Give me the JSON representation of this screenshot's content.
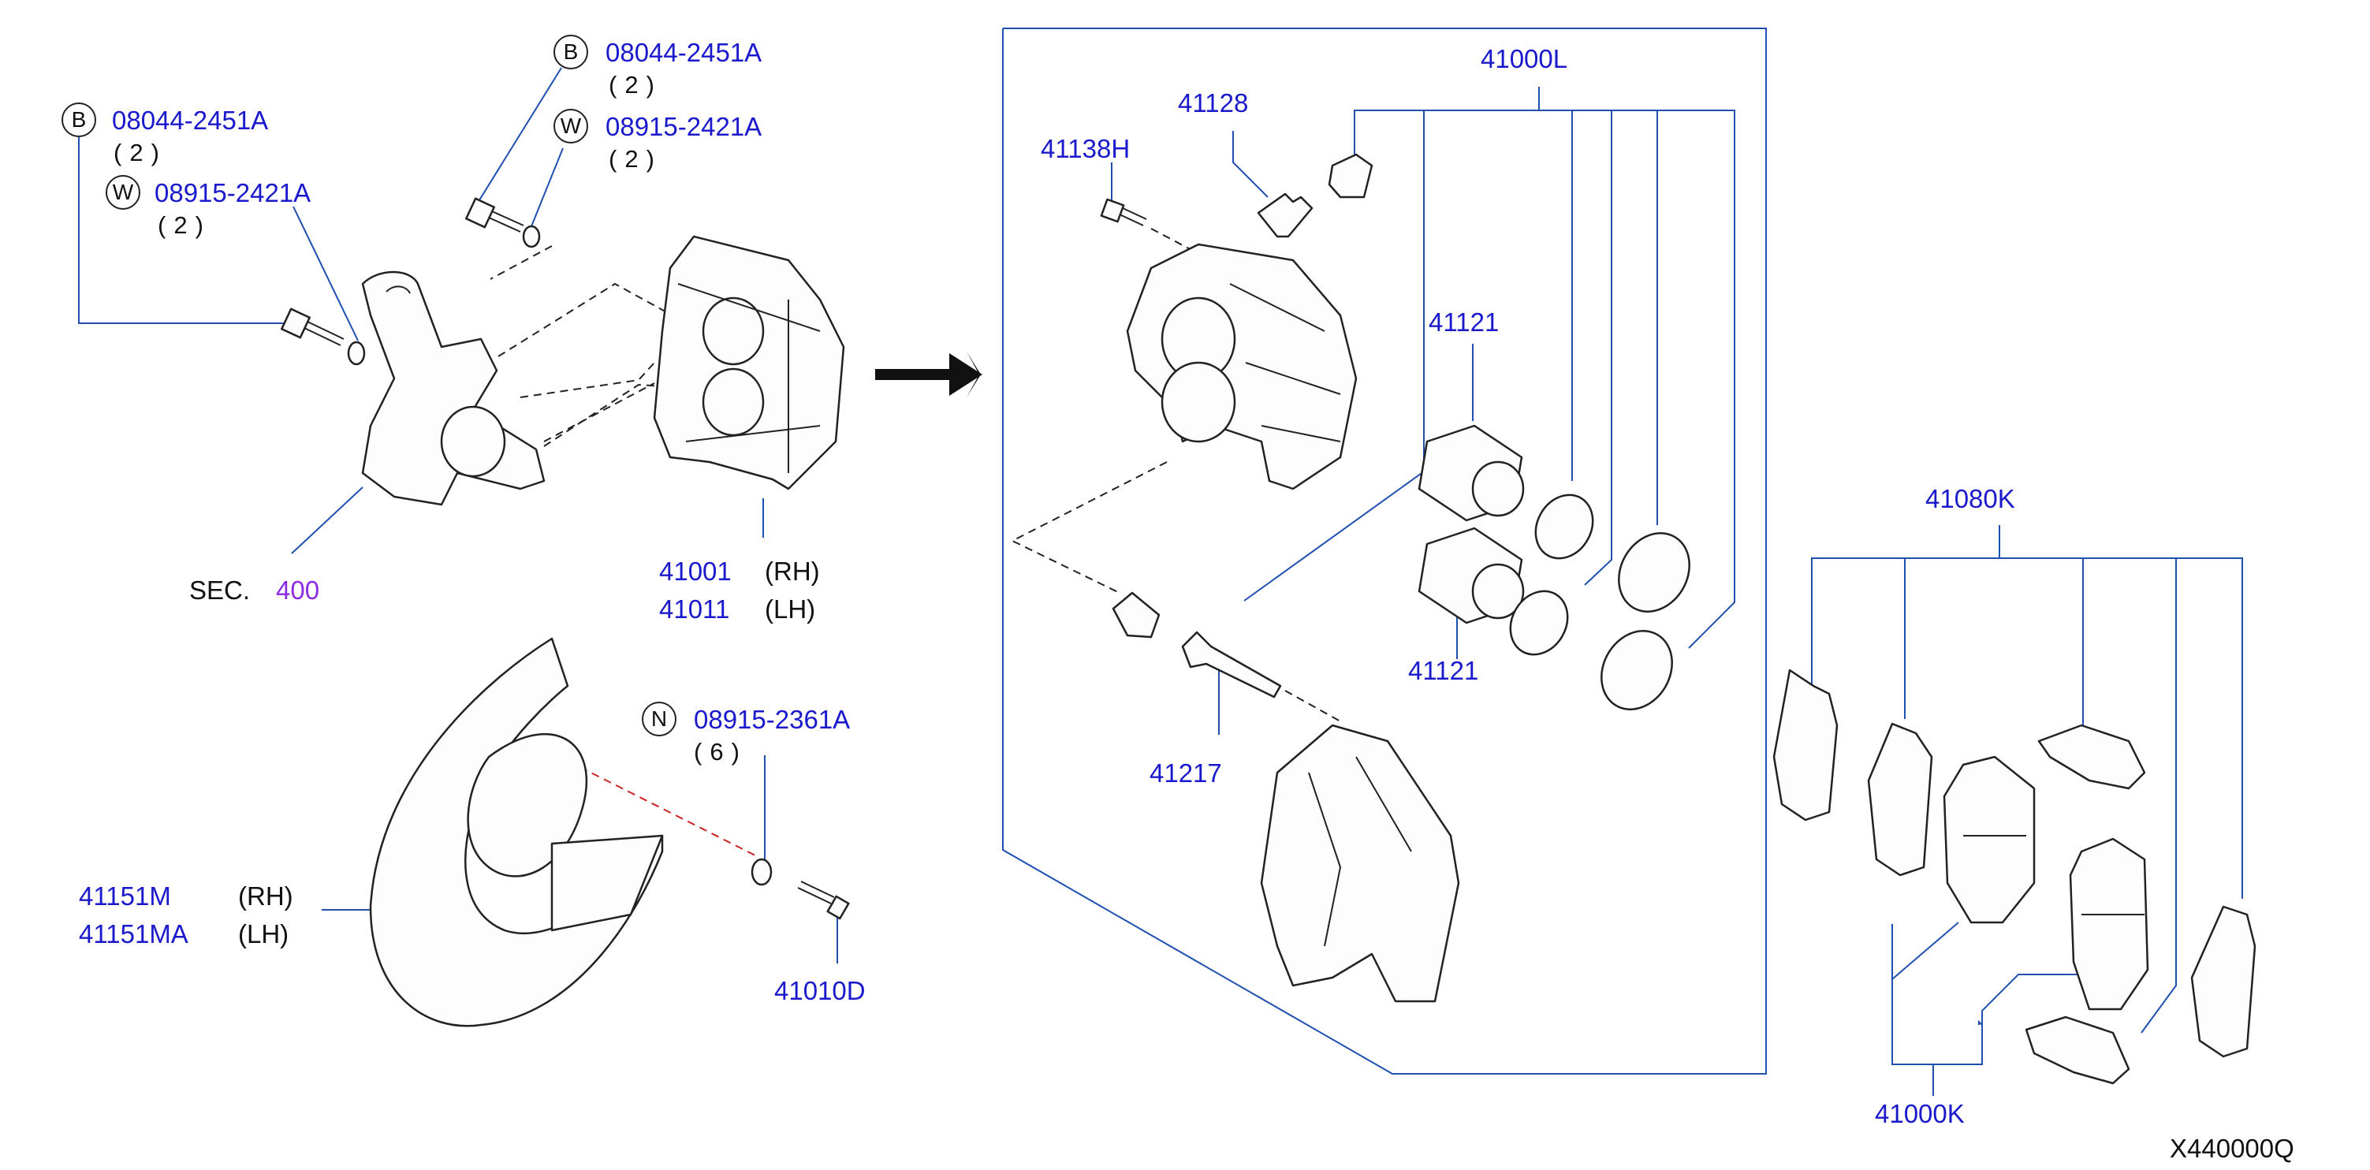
{
  "diagram_code": "X440000Q",
  "badges": {
    "b": "B",
    "w": "W",
    "n": "N"
  },
  "callouts": {
    "bolt_left": {
      "part": "08044-2451A",
      "qty": "(2)"
    },
    "washer_left": {
      "part": "08915-2421A",
      "qty": "(2)"
    },
    "bolt_top": {
      "part": "08044-2451A",
      "qty": "(2)"
    },
    "washer_top": {
      "part": "08915-2421A",
      "qty": "(2)"
    },
    "section": {
      "prefix": "SEC.",
      "ref": "400"
    },
    "caliper_rh": {
      "part": "41001",
      "side": "(RH)"
    },
    "caliper_lh": {
      "part": "41011",
      "side": "(LH)"
    },
    "shield_rh": {
      "part": "41151M",
      "side": "(RH)"
    },
    "shield_lh": {
      "part": "41151MA",
      "side": "(LH)"
    },
    "washer_n": {
      "part": "08915-2361A",
      "qty": "(6)"
    },
    "shield_bolt": {
      "part": "41010D"
    },
    "bleeder_cap": {
      "part": "41138H"
    },
    "bleeder": {
      "part": "41128"
    },
    "seal_kit": {
      "part": "41000L"
    },
    "piston_upper": {
      "part": "41121"
    },
    "piston_lower": {
      "part": "41121"
    },
    "pin": {
      "part": "41217"
    },
    "pad_kit_parts": {
      "part": "41080K"
    },
    "pad_kit": {
      "part": "41000K"
    }
  }
}
